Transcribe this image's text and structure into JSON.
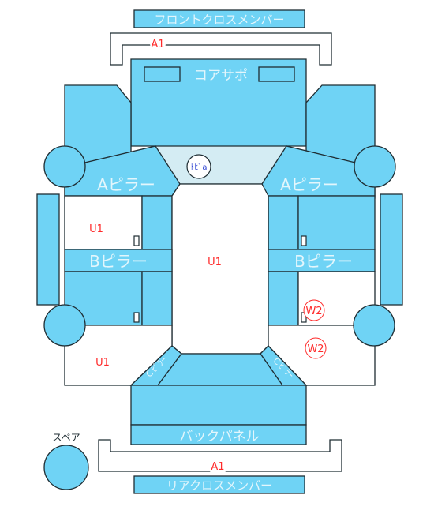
{
  "parts": {
    "front_cross_member": "フロントクロスメンバー",
    "core_support": "コアサポ",
    "a_pillar_left": "Aピラー",
    "a_pillar_right": "Aピラー",
    "b_pillar_left": "Bピラー",
    "b_pillar_right": "Bピラー",
    "back_panel": "バックパネル",
    "rear_cross_member": "リアクロスメンバー",
    "spare": "スペア",
    "rear_left_tag": "Ｃﾋﾟﾗｰ",
    "rear_right_tag": "Ｃﾋﾟﾗｰ"
  },
  "marks": {
    "front_top": "A1",
    "front_window": "ﾄﾋﾞa",
    "left_front_door": "U1",
    "roof": "U1",
    "left_rear_door": "U1",
    "right_rear_door_1": "W2",
    "right_rear_door_2": "W2",
    "rear_bottom": "A1"
  },
  "colors": {
    "part_fill": "#6fd3f5",
    "window_fill": "#d4ecf3",
    "mark_text": "#ff2a2a",
    "outline": "#1f2d33"
  }
}
